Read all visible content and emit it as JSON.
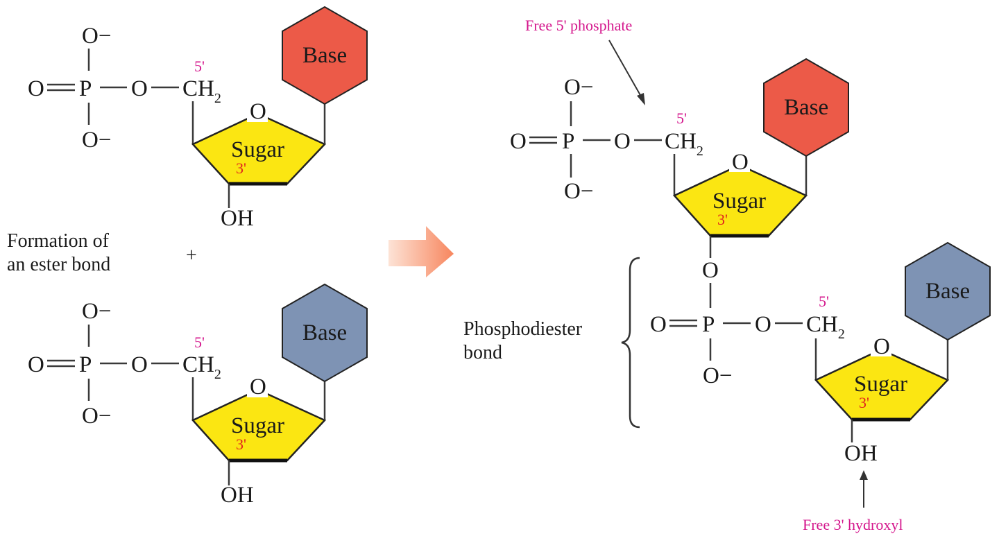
{
  "labels": {
    "o_minus": "O−",
    "o": "O",
    "p": "P",
    "ch2": "CH",
    "ch2_sub": "2",
    "sugar": "Sugar",
    "base": "Base",
    "oh": "OH",
    "five_prime": "5'",
    "three_prime": "3'",
    "plus": "+",
    "formation_line1": "Formation of",
    "formation_line2": "an ester bond",
    "phosphodiester_line1": "Phosphodiester",
    "phosphodiester_line2": "bond",
    "free_5_phosphate": "Free 5' phosphate",
    "free_3_hydroxyl": "Free 3' hydroxyl"
  },
  "colors": {
    "base_red": "#ec5a48",
    "base_blue": "#7e93b4",
    "sugar_yellow": "#fbe612",
    "annotation_pink": "#d4168c",
    "prime_red": "#e0221e",
    "arrow_orange": "#f98a64"
  }
}
